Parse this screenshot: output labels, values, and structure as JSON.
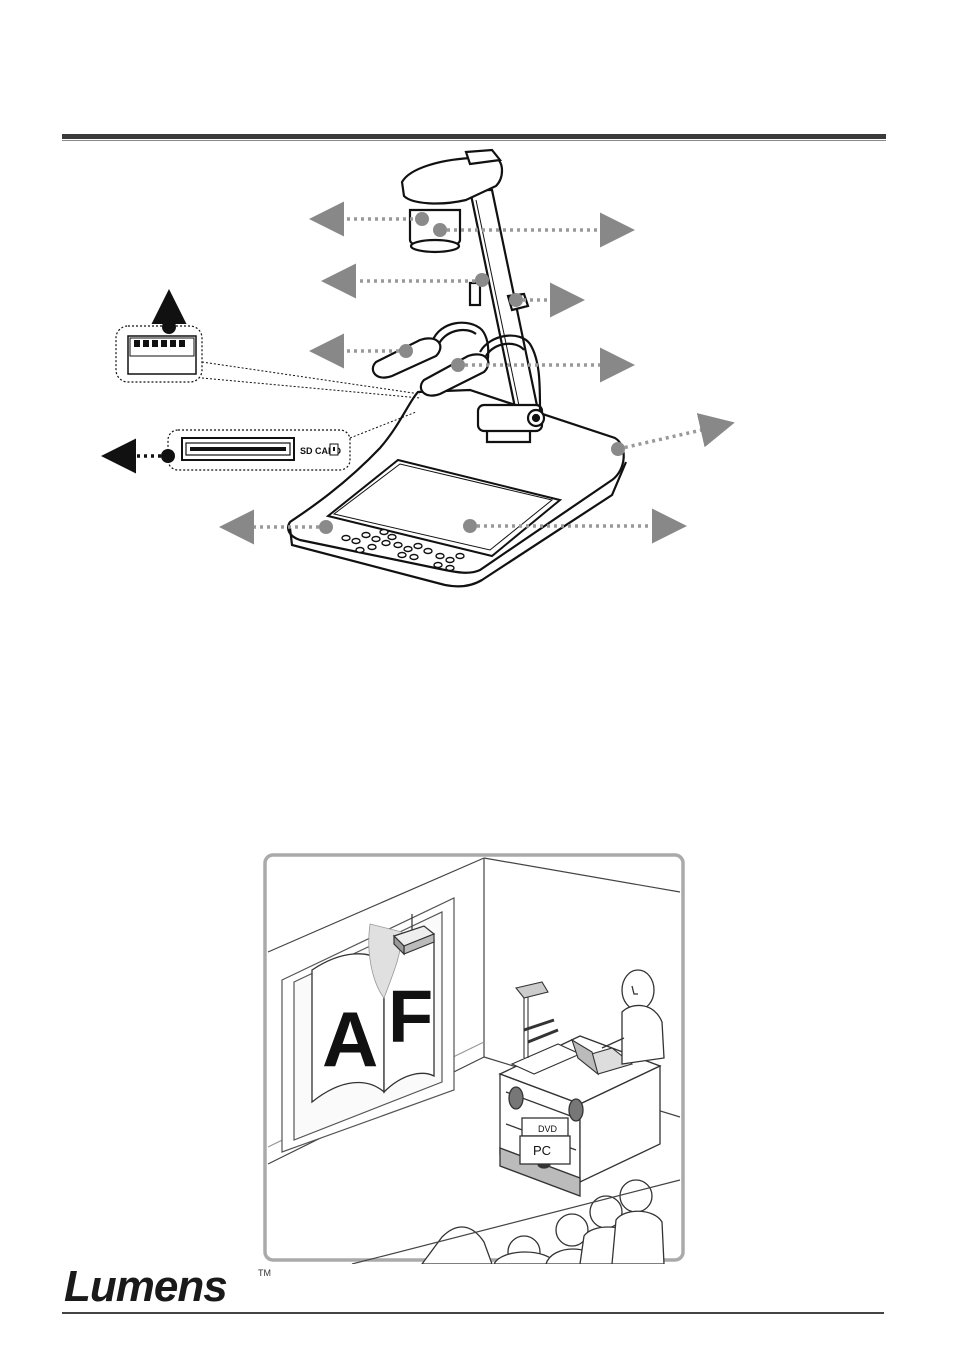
{
  "product_diagram": {
    "sd_card_label": "SD CARD"
  },
  "classroom_illustration": {
    "screen_letters": [
      "A",
      "F"
    ],
    "dvd_label": "DVD",
    "pc_label": "PC"
  },
  "footer": {
    "logo_text": "Lumens",
    "trademark": "TM"
  }
}
